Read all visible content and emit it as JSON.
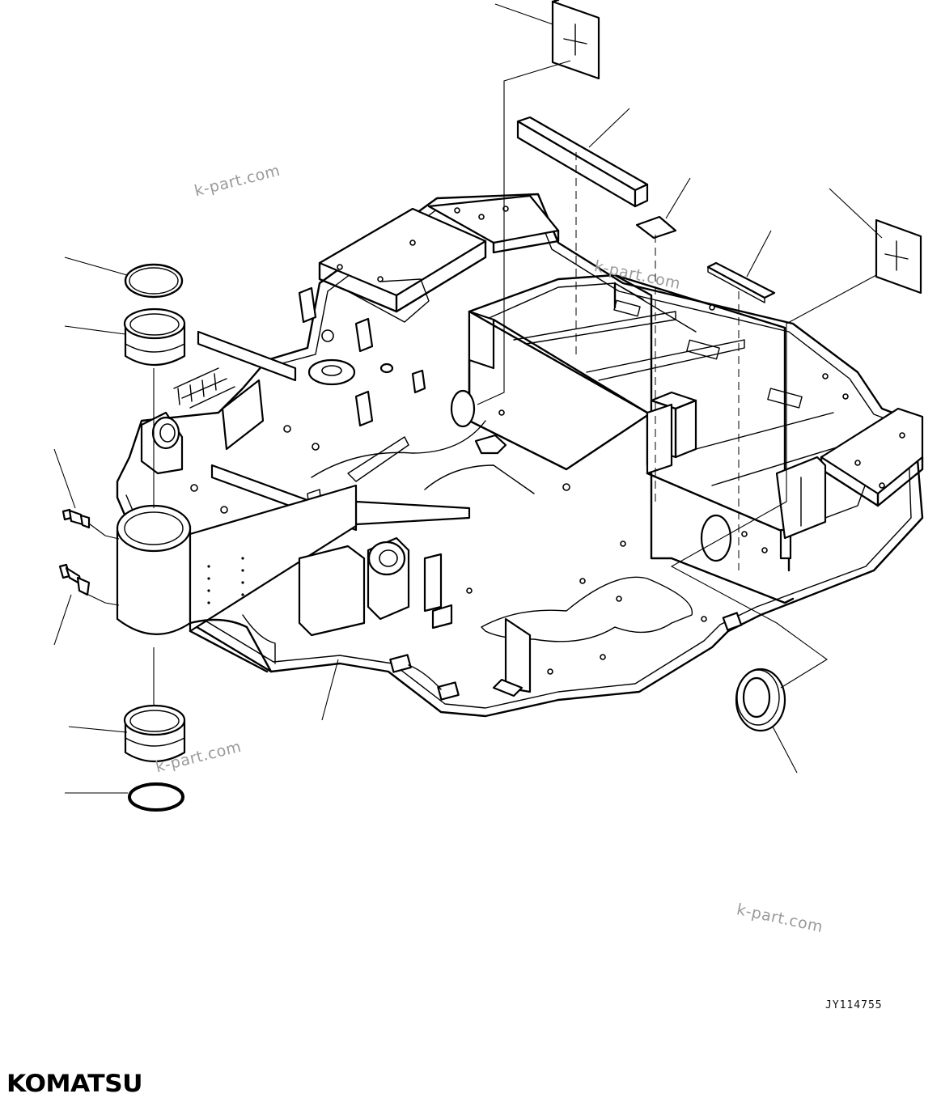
{
  "watermarks": [
    "k-part.com",
    "k-part.com",
    "k-part.com",
    "k-part.com"
  ],
  "drawing_code": "JY114755",
  "brand": "KOMATSU",
  "colors": {
    "line": "#000000",
    "background": "#ffffff",
    "watermark": "#9a9a9a"
  }
}
